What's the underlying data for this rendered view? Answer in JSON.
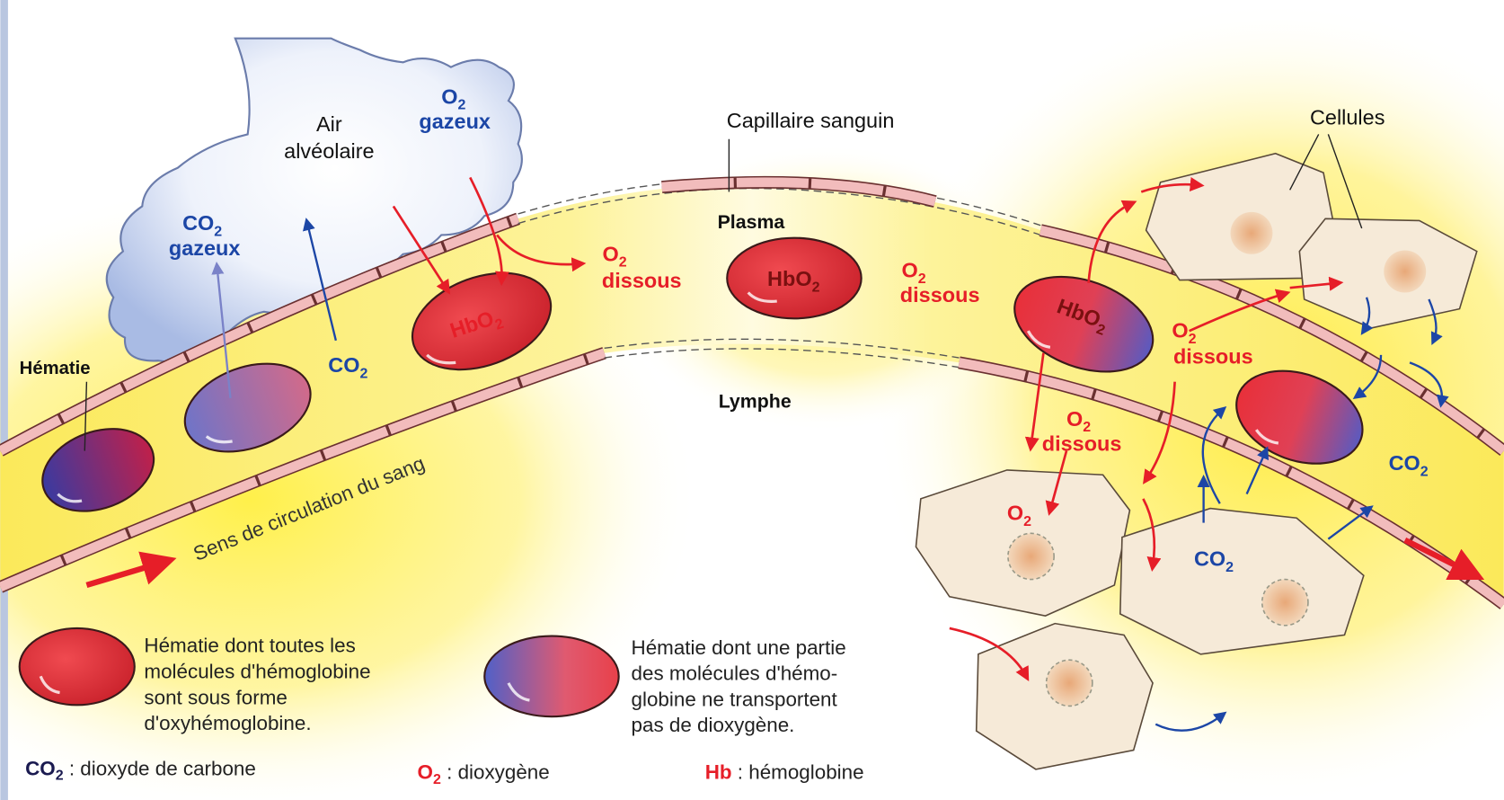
{
  "labels": {
    "air": [
      "Air",
      "alvéolaire"
    ],
    "o2_gazeux": {
      "base": "O",
      "sub": "2",
      "word": "gazeux"
    },
    "co2_gazeux": {
      "base": "CO",
      "sub": "2",
      "word": "gazeux"
    },
    "o2_dissous": {
      "base": "O",
      "sub": "2",
      "word": "dissous"
    },
    "hbo2": {
      "base": "HbO",
      "sub": "2"
    },
    "o2": {
      "base": "O",
      "sub": "2"
    },
    "co2": {
      "base": "CO",
      "sub": "2"
    },
    "hematie": "Hématie",
    "capillaire": "Capillaire sanguin",
    "plasma": "Plasma",
    "lymphe": "Lymphe",
    "cellules": "Cellules",
    "flow": "Sens de circulation du sang"
  },
  "legend": {
    "oxy": [
      "Hématie dont toutes les",
      "molécules d'hémoglobine",
      "sont sous forme",
      "d'oxyhémoglobine."
    ],
    "partial": [
      "Hématie dont une partie",
      "des molécules d'hémo-",
      "globine ne transportent",
      "pas de dioxygène."
    ],
    "co2": {
      "base": "CO",
      "sub": "2",
      "def": " : dioxyde de carbone"
    },
    "o2": {
      "base": "O",
      "sub": "2",
      "def": " : dioxygène"
    },
    "hb": {
      "base": "Hb",
      "def": " : hémoglobine"
    }
  },
  "colors": {
    "oxygen": "#e61e28",
    "carbon_dioxide": "#1c46a6",
    "plasma": "#fbef6e",
    "wall": "#f2bcbc"
  }
}
